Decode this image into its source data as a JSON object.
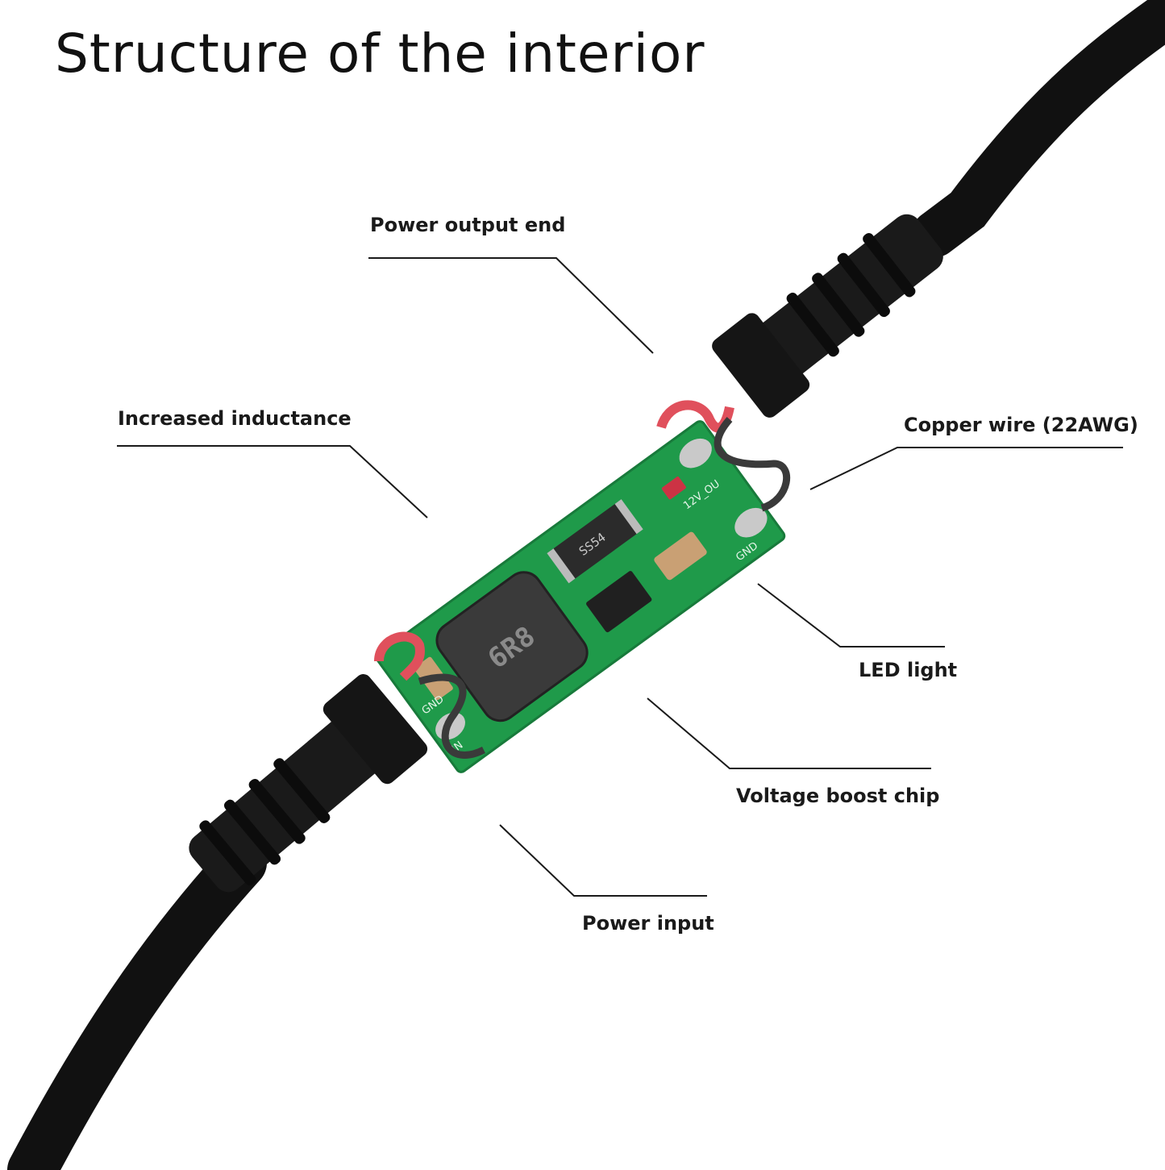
{
  "title": "Structure of the interior",
  "labels": {
    "power_output_end": "Power output end",
    "increased_inductance": "Increased inductance",
    "copper_wire": "Copper wire (22AWG)",
    "led_light": "LED light",
    "voltage_boost_chip": "Voltage boost chip",
    "power_input": "Power input"
  },
  "board_markings": {
    "output": "12V_OU",
    "input": "IN",
    "gnd_top": "GND",
    "gnd_bottom": "GND",
    "diode": "SS54",
    "inductor": "6R8"
  },
  "colors": {
    "pcb": "#1f9a4a",
    "cable": "#111111",
    "red_wire": "#e0505c",
    "leader_line": "#1a1a1a"
  }
}
